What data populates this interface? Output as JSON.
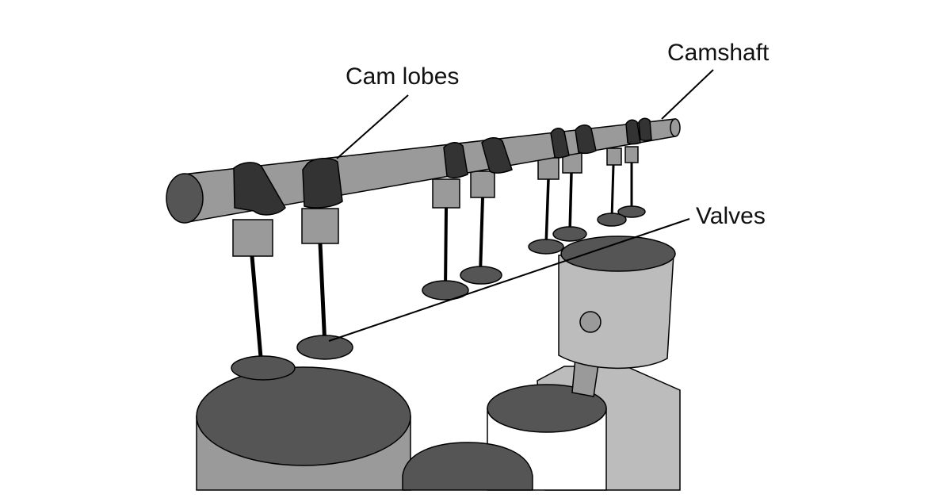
{
  "labels": {
    "cam_lobes": "Cam lobes",
    "camshaft": "Camshaft",
    "valves": "Valves"
  },
  "colors": {
    "light_gray": "#bcbcbc",
    "mid_gray": "#9a9a9a",
    "dark_gray": "#555555",
    "darkest": "#333333",
    "stroke": "#000000"
  }
}
